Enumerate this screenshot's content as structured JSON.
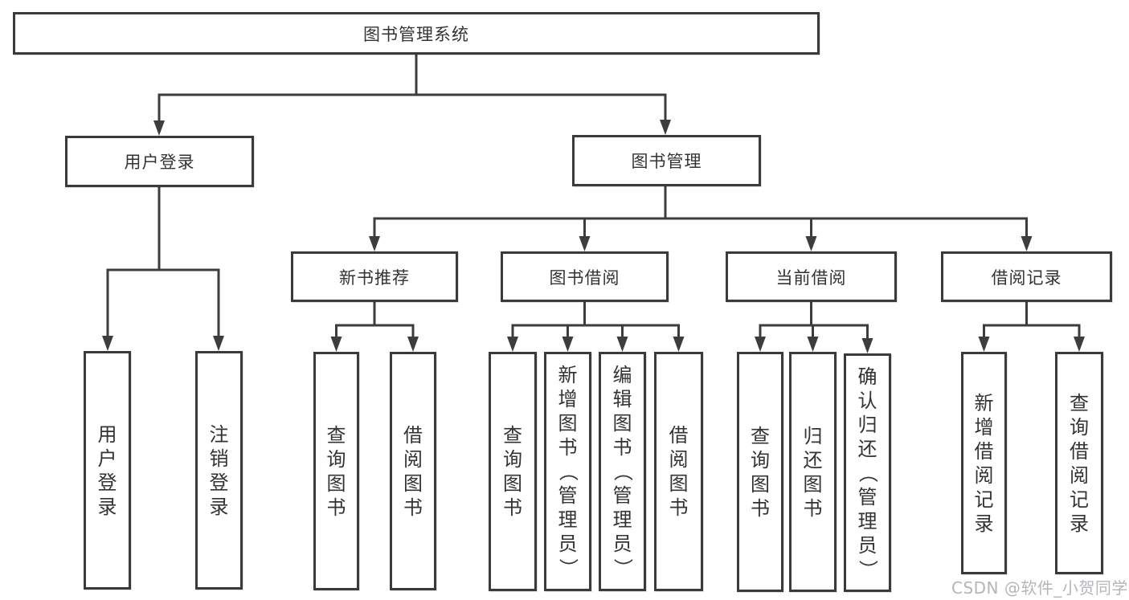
{
  "diagram": {
    "title": "图书管理系统",
    "watermark": "CSDN @软件_小贺同学",
    "colors": {
      "line": "#3d3d3d",
      "box_border": "#3a3a3a",
      "text": "#333333",
      "background": "#ffffff",
      "watermark": "#b5b5ba"
    },
    "nodes": {
      "root": {
        "label": "图书管理系统"
      },
      "user_login": {
        "label": "用户登录"
      },
      "book_mgmt": {
        "label": "图书管理"
      },
      "new_book_rec": {
        "label": "新书推荐"
      },
      "book_borrow": {
        "label": "图书借阅"
      },
      "current_borrow": {
        "label": "当前借阅"
      },
      "borrow_records": {
        "label": "借阅记录"
      },
      "leaf_user_login": {
        "label": "用户登录"
      },
      "leaf_logout": {
        "label": "注销登录"
      },
      "leaf_query_books_rec": {
        "label": "查询图书"
      },
      "leaf_borrow_books_rec": {
        "label": "借阅图书"
      },
      "leaf_query_books_borrow": {
        "label": "查询图书"
      },
      "leaf_add_books_admin": {
        "label": "新增图书（管理员）"
      },
      "leaf_edit_books_admin": {
        "label": "编辑图书（管理员）"
      },
      "leaf_borrow_books_borrow": {
        "label": "借阅图书"
      },
      "leaf_query_books_current": {
        "label": "查询图书"
      },
      "leaf_return_books": {
        "label": "归还图书"
      },
      "leaf_confirm_return_admin": {
        "label": "确认归还（管理员）"
      },
      "leaf_add_borrow_record": {
        "label": "新增借阅记录"
      },
      "leaf_query_borrow_record": {
        "label": "查询借阅记录"
      }
    }
  }
}
